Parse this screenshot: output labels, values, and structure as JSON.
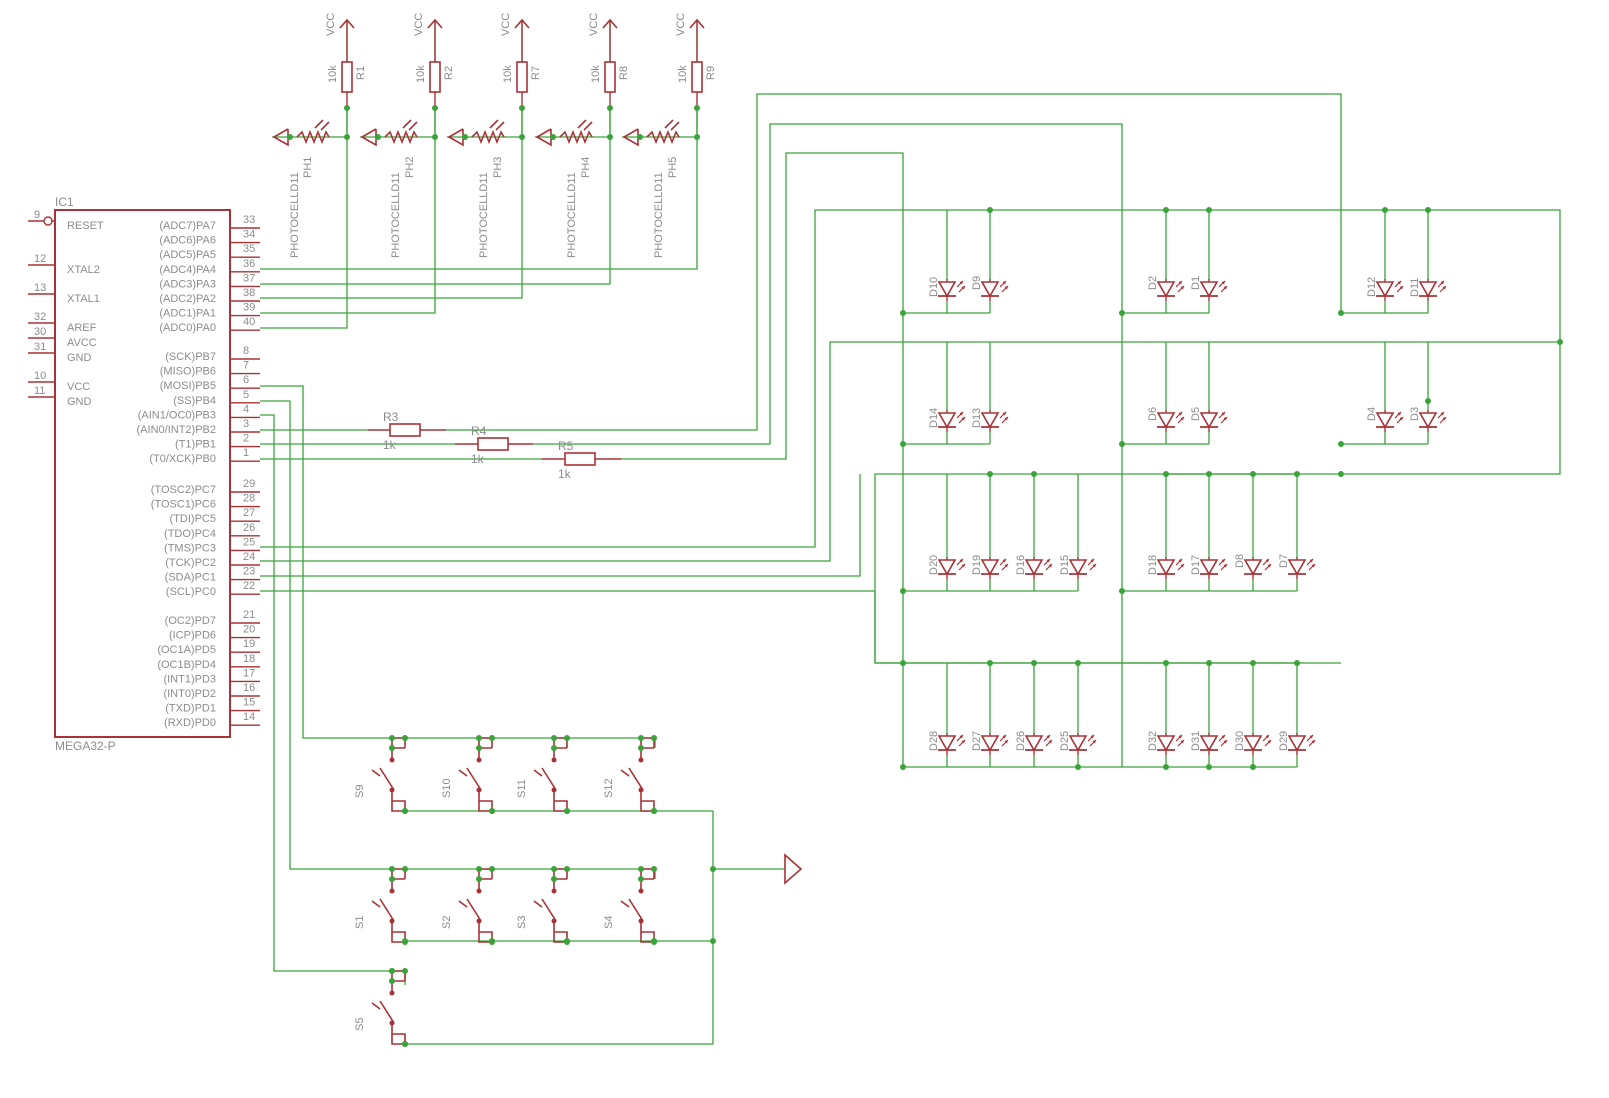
{
  "ic": {
    "name": "IC1",
    "value": "MEGA32-P",
    "left_pins": [
      {
        "num": "9",
        "name": "RESET"
      },
      {
        "num": "12",
        "name": "XTAL2"
      },
      {
        "num": "13",
        "name": "XTAL1"
      },
      {
        "num": "32",
        "name": "AREF"
      },
      {
        "num": "30",
        "name": "AVCC"
      },
      {
        "num": "31",
        "name": "GND"
      },
      {
        "num": "10",
        "name": "VCC"
      },
      {
        "num": "11",
        "name": "GND"
      }
    ],
    "right_pins": [
      {
        "num": "33",
        "name": "(ADC7)PA7"
      },
      {
        "num": "34",
        "name": "(ADC6)PA6"
      },
      {
        "num": "35",
        "name": "(ADC5)PA5"
      },
      {
        "num": "36",
        "name": "(ADC4)PA4"
      },
      {
        "num": "37",
        "name": "(ADC3)PA3"
      },
      {
        "num": "38",
        "name": "(ADC2)PA2"
      },
      {
        "num": "39",
        "name": "(ADC1)PA1"
      },
      {
        "num": "40",
        "name": "(ADC0)PA0"
      },
      {
        "num": "8",
        "name": "(SCK)PB7"
      },
      {
        "num": "7",
        "name": "(MISO)PB6"
      },
      {
        "num": "6",
        "name": "(MOSI)PB5"
      },
      {
        "num": "5",
        "name": "(SS)PB4"
      },
      {
        "num": "4",
        "name": "(AIN1/OC0)PB3"
      },
      {
        "num": "3",
        "name": "(AIN0/INT2)PB2"
      },
      {
        "num": "2",
        "name": "(T1)PB1"
      },
      {
        "num": "1",
        "name": "(T0/XCK)PB0"
      },
      {
        "num": "29",
        "name": "(TOSC2)PC7"
      },
      {
        "num": "28",
        "name": "(TOSC1)PC6"
      },
      {
        "num": "27",
        "name": "(TDI)PC5"
      },
      {
        "num": "26",
        "name": "(TDO)PC4"
      },
      {
        "num": "25",
        "name": "(TMS)PC3"
      },
      {
        "num": "24",
        "name": "(TCK)PC2"
      },
      {
        "num": "23",
        "name": "(SDA)PC1"
      },
      {
        "num": "22",
        "name": "(SCL)PC0"
      },
      {
        "num": "21",
        "name": "(OC2)PD7"
      },
      {
        "num": "20",
        "name": "(ICP)PD6"
      },
      {
        "num": "19",
        "name": "(OC1A)PD5"
      },
      {
        "num": "18",
        "name": "(OC1B)PD4"
      },
      {
        "num": "17",
        "name": "(INT1)PD3"
      },
      {
        "num": "16",
        "name": "(INT0)PD2"
      },
      {
        "num": "15",
        "name": "(TXD)PD1"
      },
      {
        "num": "14",
        "name": "(RXD)PD0"
      }
    ]
  },
  "sensors": [
    {
      "supply": "VCC",
      "resistor": "R1",
      "resistor_value": "10k",
      "photocell": "PH1",
      "photocell_value": "PHOTOCELLD11"
    },
    {
      "supply": "VCC",
      "resistor": "R2",
      "resistor_value": "10k",
      "photocell": "PH2",
      "photocell_value": "PHOTOCELLD11"
    },
    {
      "supply": "VCC",
      "resistor": "R7",
      "resistor_value": "10k",
      "photocell": "PH3",
      "photocell_value": "PHOTOCELLD11"
    },
    {
      "supply": "VCC",
      "resistor": "R8",
      "resistor_value": "10k",
      "photocell": "PH4",
      "photocell_value": "PHOTOCELLD11"
    },
    {
      "supply": "VCC",
      "resistor": "R9",
      "resistor_value": "10k",
      "photocell": "PH5",
      "photocell_value": "PHOTOCELLD11"
    }
  ],
  "series_resistors": [
    {
      "name": "R3",
      "value": "1k"
    },
    {
      "name": "R4",
      "value": "1k"
    },
    {
      "name": "R5",
      "value": "1k"
    }
  ],
  "leds": {
    "row1": [
      "D10",
      "D9",
      "D2",
      "D1",
      "D12",
      "D11"
    ],
    "row2": [
      "D14",
      "D13",
      "D6",
      "D5",
      "D4",
      "D3"
    ],
    "row3": [
      "D20",
      "D19",
      "D16",
      "D15",
      "D18",
      "D17",
      "D8",
      "D7"
    ],
    "row4": [
      "D28",
      "D27",
      "D26",
      "D25",
      "D32",
      "D31",
      "D30",
      "D29"
    ]
  },
  "switches": {
    "row_a": [
      "S9",
      "S10",
      "S11",
      "S12"
    ],
    "row_b": [
      "S1",
      "S2",
      "S3",
      "S4"
    ],
    "single": "S5"
  }
}
